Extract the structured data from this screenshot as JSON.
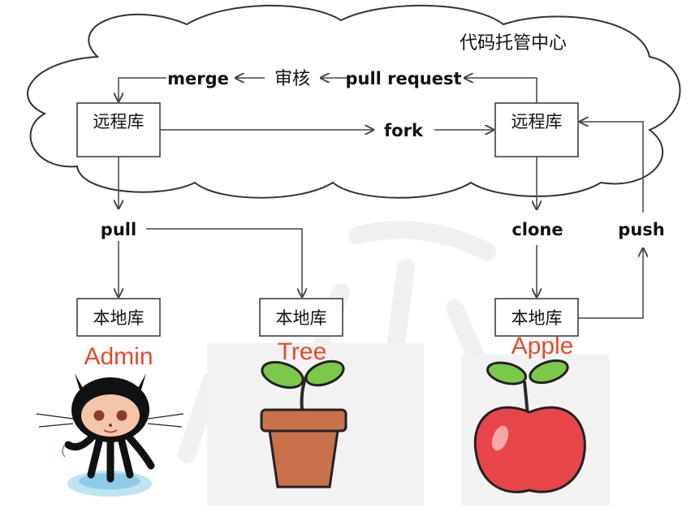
{
  "cloud": {
    "title": "代码托管中心"
  },
  "flow": {
    "merge": "merge",
    "review": "审核",
    "pull_request": "pull request",
    "fork": "fork",
    "pull": "pull",
    "clone": "clone",
    "push": "push"
  },
  "repos": {
    "remote_left": "远程库",
    "remote_right": "远程库",
    "local_admin": "本地库",
    "local_tree": "本地库",
    "local_apple": "本地库"
  },
  "users": {
    "admin": "Admin",
    "tree": "Tree",
    "apple": "Apple"
  },
  "colors": {
    "user_label": "#e8492a",
    "line": "#444444",
    "cloud_stroke": "#333333",
    "octocat": "#111111",
    "pot": "#c9714a",
    "leaf": "#7cc84a",
    "apple": "#e8454a"
  }
}
